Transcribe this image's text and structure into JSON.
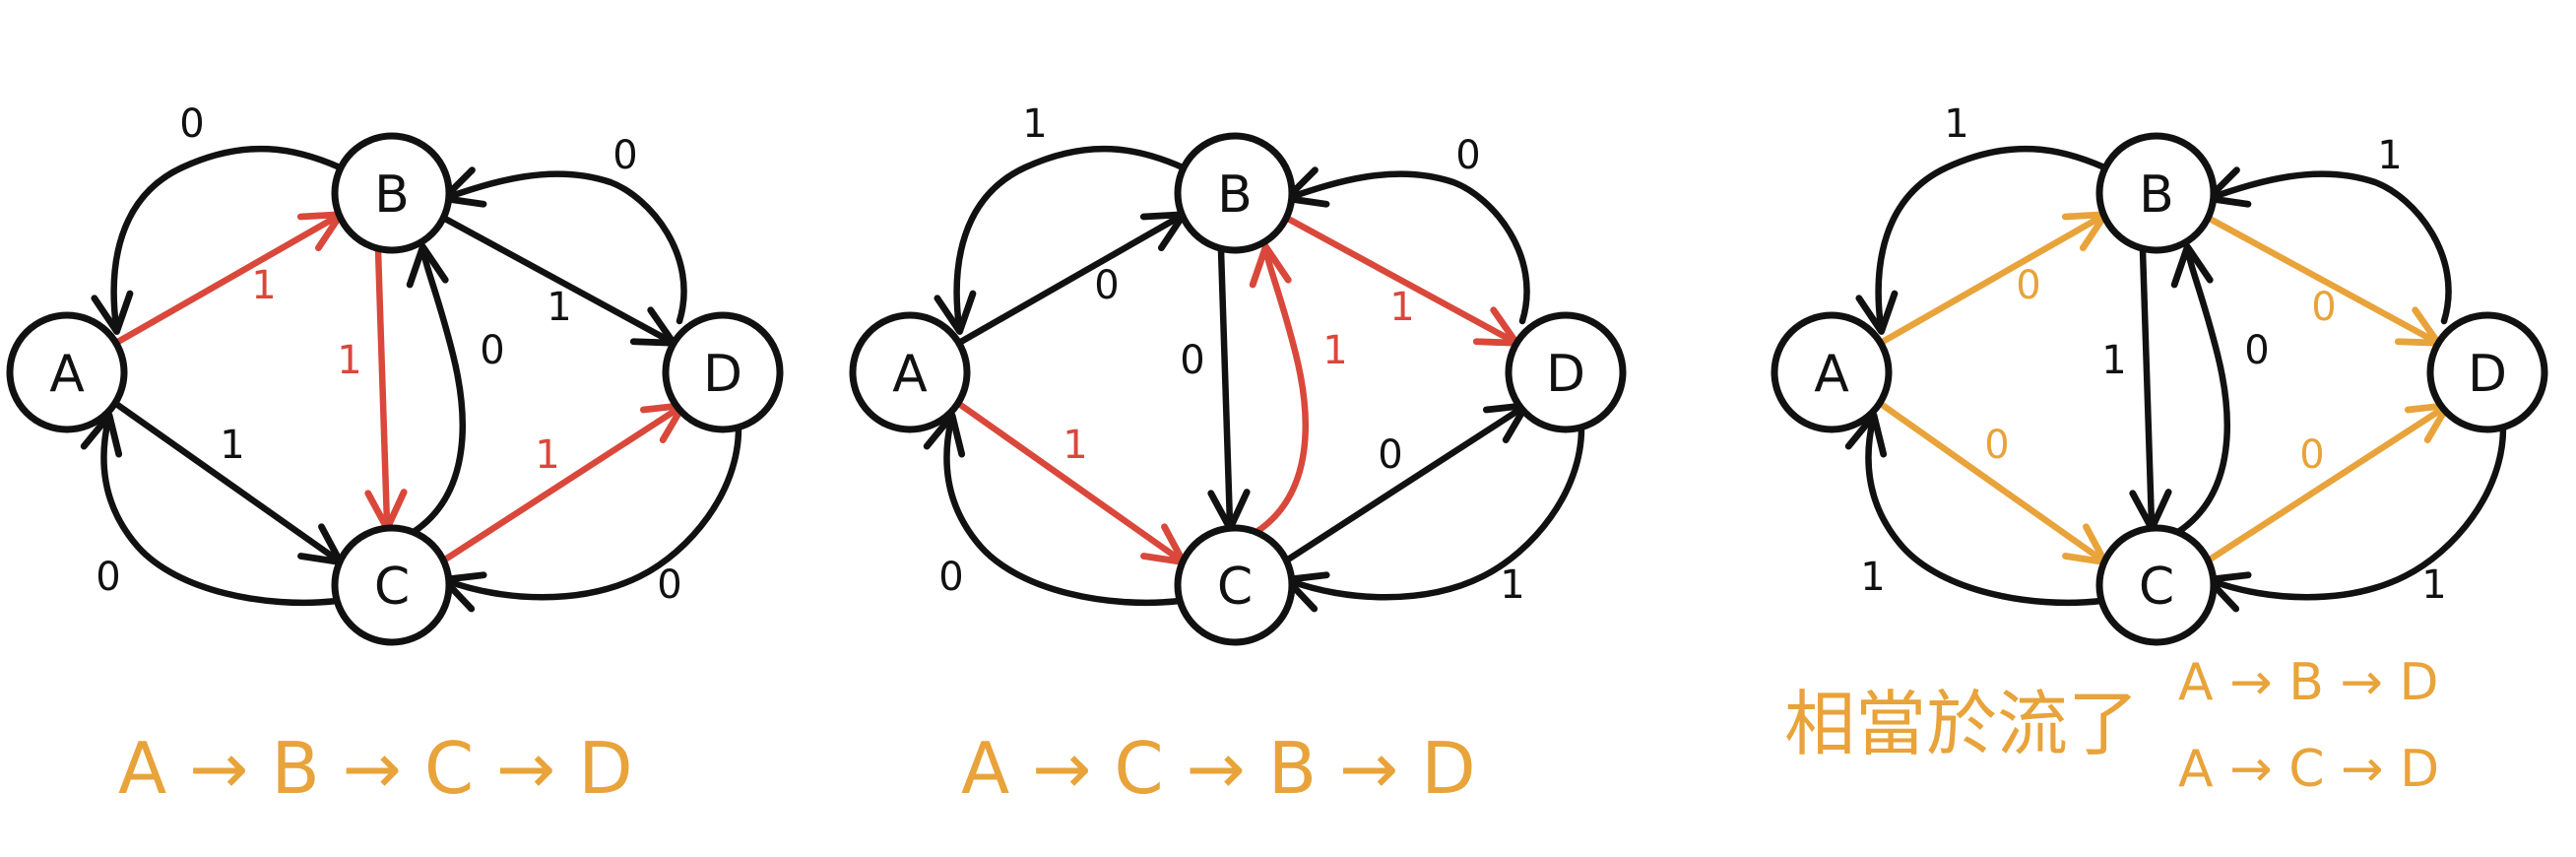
{
  "colors": {
    "stroke": "#111111",
    "path_highlight": "#d9483b",
    "flow_highlight": "#e8a33a",
    "caption": "#e8a33a"
  },
  "diagrams": [
    {
      "id": "graph-1",
      "nodes": [
        "A",
        "B",
        "C",
        "D"
      ],
      "edges": [
        {
          "from": "B",
          "to": "A",
          "label": "0",
          "color": "stroke"
        },
        {
          "from": "A",
          "to": "B",
          "label": "1",
          "color": "path_highlight"
        },
        {
          "from": "A",
          "to": "C",
          "label": "1",
          "color": "stroke"
        },
        {
          "from": "C",
          "to": "A",
          "label": "0",
          "color": "stroke"
        },
        {
          "from": "B",
          "to": "C",
          "label": "1",
          "color": "path_highlight"
        },
        {
          "from": "C",
          "to": "B",
          "label": "0",
          "color": "stroke"
        },
        {
          "from": "B",
          "to": "D",
          "label": "1",
          "color": "stroke"
        },
        {
          "from": "D",
          "to": "B",
          "label": "0",
          "color": "stroke"
        },
        {
          "from": "C",
          "to": "D",
          "label": "1",
          "color": "path_highlight"
        },
        {
          "from": "D",
          "to": "C",
          "label": "0",
          "color": "stroke"
        }
      ],
      "caption": "A → B → C → D"
    },
    {
      "id": "graph-2",
      "nodes": [
        "A",
        "B",
        "C",
        "D"
      ],
      "edges": [
        {
          "from": "B",
          "to": "A",
          "label": "1",
          "color": "stroke"
        },
        {
          "from": "A",
          "to": "B",
          "label": "0",
          "color": "stroke"
        },
        {
          "from": "A",
          "to": "C",
          "label": "1",
          "color": "path_highlight"
        },
        {
          "from": "C",
          "to": "A",
          "label": "0",
          "color": "stroke"
        },
        {
          "from": "B",
          "to": "C",
          "label": "0",
          "color": "stroke"
        },
        {
          "from": "C",
          "to": "B",
          "label": "1",
          "color": "path_highlight"
        },
        {
          "from": "B",
          "to": "D",
          "label": "1",
          "color": "path_highlight"
        },
        {
          "from": "D",
          "to": "B",
          "label": "0",
          "color": "stroke"
        },
        {
          "from": "C",
          "to": "D",
          "label": "0",
          "color": "stroke"
        },
        {
          "from": "D",
          "to": "C",
          "label": "1",
          "color": "stroke"
        }
      ],
      "caption": "A → C → B → D"
    },
    {
      "id": "graph-3",
      "nodes": [
        "A",
        "B",
        "C",
        "D"
      ],
      "edges": [
        {
          "from": "B",
          "to": "A",
          "label": "1",
          "color": "stroke"
        },
        {
          "from": "A",
          "to": "B",
          "label": "0",
          "color": "flow_highlight"
        },
        {
          "from": "A",
          "to": "C",
          "label": "0",
          "color": "flow_highlight"
        },
        {
          "from": "C",
          "to": "A",
          "label": "1",
          "color": "stroke"
        },
        {
          "from": "B",
          "to": "C",
          "label": "1",
          "color": "stroke"
        },
        {
          "from": "C",
          "to": "B",
          "label": "0",
          "color": "stroke"
        },
        {
          "from": "B",
          "to": "D",
          "label": "0",
          "color": "flow_highlight"
        },
        {
          "from": "D",
          "to": "B",
          "label": "1",
          "color": "stroke"
        },
        {
          "from": "C",
          "to": "D",
          "label": "0",
          "color": "flow_highlight"
        },
        {
          "from": "D",
          "to": "C",
          "label": "1",
          "color": "stroke"
        }
      ],
      "caption": "相當於流了",
      "caption_paths": [
        "A → B → D",
        "A → C → D"
      ]
    }
  ]
}
